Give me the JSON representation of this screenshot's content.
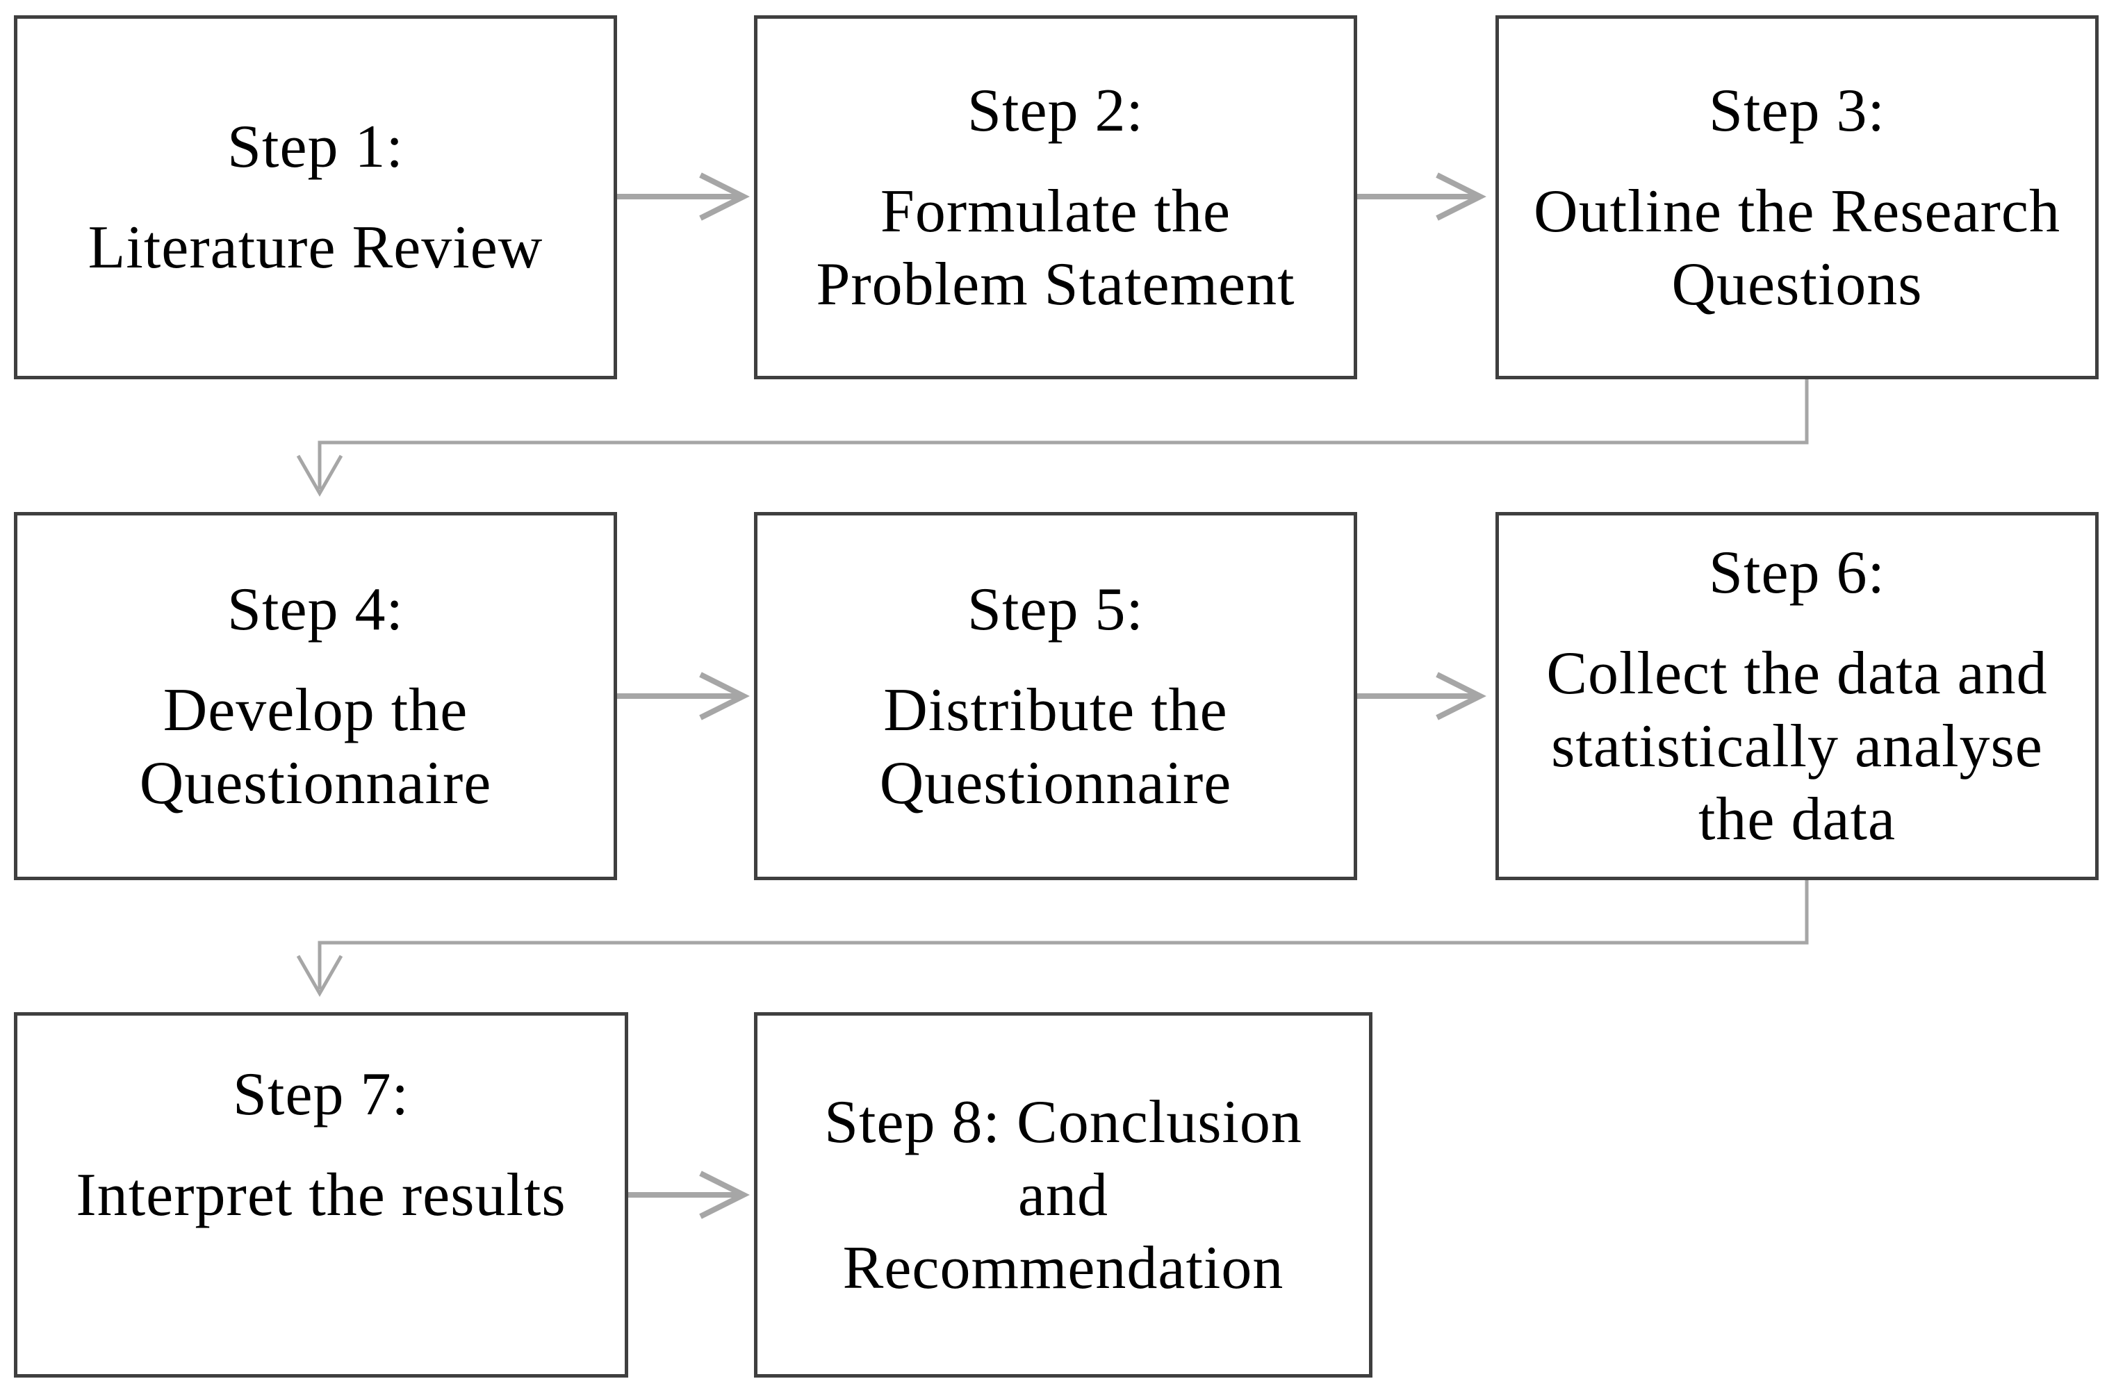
{
  "figure": {
    "background_color": "#ffffff",
    "box_fill_color": "#ffffff",
    "box_border_color": "#3f3f3f",
    "text_color": "#000000",
    "connector_color": "#a6a6a6"
  },
  "steps": [
    {
      "title": "Step 1:",
      "body_lines": [
        "Literature Review"
      ]
    },
    {
      "title": "Step 2:",
      "body_lines": [
        "Formulate the",
        "Problem Statement"
      ]
    },
    {
      "title": "Step 3:",
      "body_lines": [
        "Outline the Research",
        "Questions"
      ]
    },
    {
      "title": "Step 4:",
      "body_lines": [
        "Develop the",
        "Questionnaire"
      ]
    },
    {
      "title": "Step 5:",
      "body_lines": [
        "Distribute the",
        "Questionnaire"
      ]
    },
    {
      "title": "Step 6:",
      "body_lines": [
        "Collect the data and",
        "statistically analyse",
        "the data"
      ]
    },
    {
      "title": "Step 7:",
      "body_lines": [
        "Interpret the results"
      ]
    },
    {
      "body_lines": [
        "Step 8: Conclusion",
        "and",
        "Recommendation"
      ]
    }
  ],
  "connections": [
    {
      "from": "Step 1",
      "to": "Step 2",
      "style": "straight-arrow-right"
    },
    {
      "from": "Step 2",
      "to": "Step 3",
      "style": "straight-arrow-right"
    },
    {
      "from": "Step 3",
      "to": "Step 4",
      "style": "elbow-arrow-down"
    },
    {
      "from": "Step 4",
      "to": "Step 5",
      "style": "straight-arrow-right"
    },
    {
      "from": "Step 5",
      "to": "Step 6",
      "style": "straight-arrow-right"
    },
    {
      "from": "Step 6",
      "to": "Step 7",
      "style": "elbow-arrow-down"
    },
    {
      "from": "Step 7",
      "to": "Step 8",
      "style": "straight-arrow-right"
    }
  ]
}
